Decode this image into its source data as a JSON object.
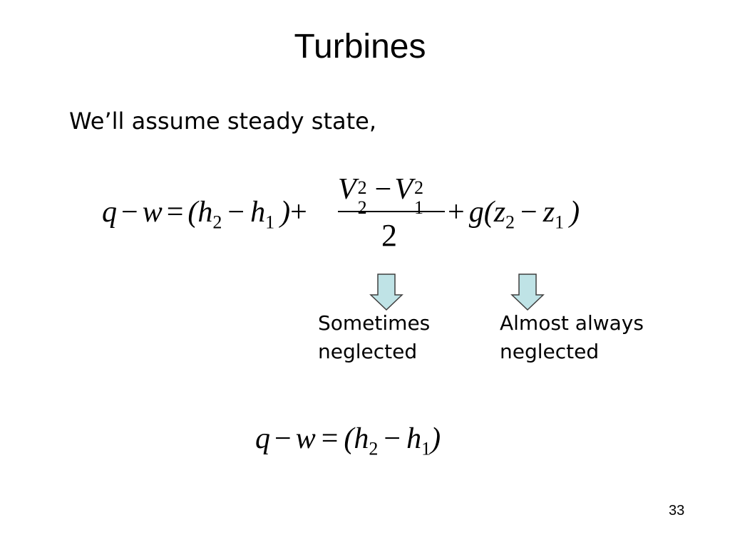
{
  "slide": {
    "title": "Turbines",
    "intro": "We’ll assume steady state,",
    "number": "33"
  },
  "equation_full": {
    "lhs_q": "q",
    "minus": "−",
    "lhs_w": "w",
    "equals": "=",
    "open_paren": "(",
    "h": "h",
    "sub_2": "2",
    "sub_1": "1",
    "close_paren": ")",
    "plus": "+",
    "V": "V",
    "sup_2": "2",
    "denominator": "2",
    "g": "g",
    "z": "z"
  },
  "annotations": {
    "kinetic_line1": "Sometimes",
    "kinetic_line2": "neglected",
    "potential_line1": "Almost always",
    "potential_line2": "neglected"
  },
  "equation_reduced": {
    "q": "q",
    "minus": "−",
    "w": "w",
    "equals": "=",
    "open_paren": "(",
    "h": "h",
    "sub_2": "2",
    "sub_1": "1",
    "close_paren": ")"
  },
  "colors": {
    "arrow_fill": "#bfe3e6",
    "arrow_stroke": "#3f3f3f",
    "text": "#000000",
    "background": "#ffffff"
  }
}
